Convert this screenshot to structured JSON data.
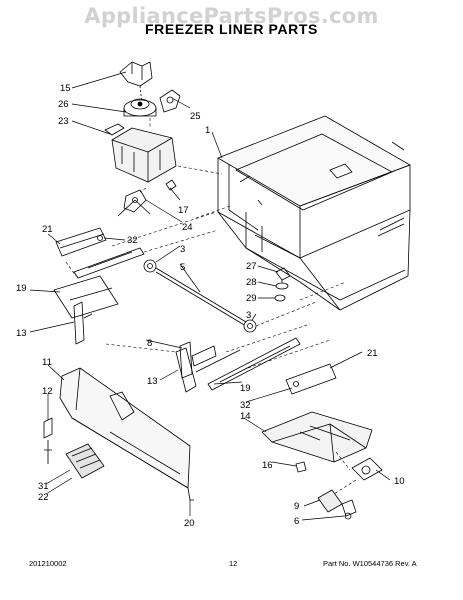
{
  "watermark": "AppliancePartsPros.com",
  "title": "FREEZER LINER PARTS",
  "callouts": [
    "15",
    "26",
    "25",
    "23",
    "1",
    "17",
    "24",
    "21",
    "32",
    "3",
    "5",
    "19",
    "13",
    "8",
    "27",
    "28",
    "29",
    "3",
    "21",
    "13",
    "19",
    "32",
    "11",
    "12",
    "14",
    "16",
    "31",
    "22",
    "10",
    "9",
    "6",
    "20"
  ],
  "footer": {
    "left": "201210002",
    "center": "12",
    "right": "Part No. W10544736  Rev. A"
  }
}
